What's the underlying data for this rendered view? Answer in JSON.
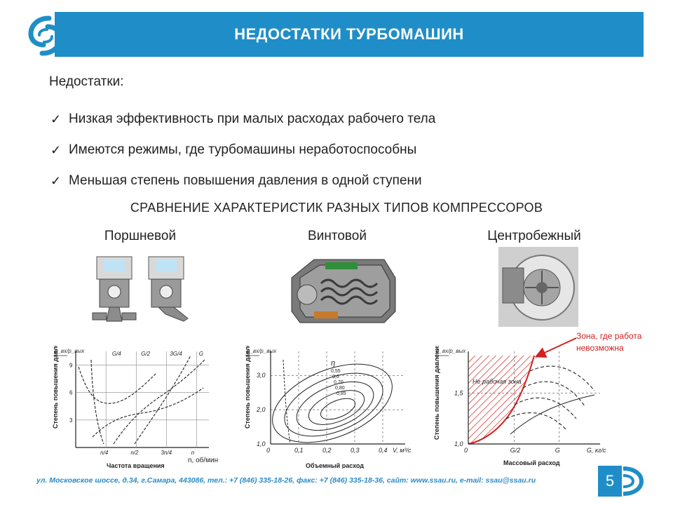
{
  "header": {
    "title": "НЕДОСТАТКИ ТУРБОМАШИН"
  },
  "content": {
    "heading": "Недостатки:",
    "bullets": [
      "Низкая эффективность при малых расходах рабочего тела",
      "Имеются режимы, где турбомашины неработоспособны",
      "Меньшая степень повышения давления в одной ступени"
    ],
    "section_title": "СРАВНЕНИЕ ХАРАКТЕРИСТИК РАЗНЫХ ТИПОВ КОМПРЕССОРОВ",
    "types": [
      "Поршневой",
      "Винтовой",
      "Центробежный"
    ]
  },
  "annotation": {
    "line1": "Зона, где работа",
    "line2": "невозможна"
  },
  "footer": {
    "text": "ул. Московское шоссе, д.34, г.Самара, 443086, тел.: +7 (846) 335-18-26, факс: +7 (846) 335-18-36, сайт: www.ssau.ru, e-mail: ssau@ssau.ru",
    "page_number": "5"
  },
  "colors": {
    "brand": "#1f8ec8",
    "annotation": "#d32020"
  },
  "chart_data": [
    {
      "type": "line",
      "xlabel": "Частота вращения",
      "xunit": "n, об/мин",
      "ylabel": "Степень повышения давления",
      "x_ticks": [
        "n/4",
        "n/2",
        "3n/4",
        "n"
      ],
      "y_ticks": [
        "3",
        "6",
        "9"
      ],
      "top_labels": [
        "G/4",
        "G/2",
        "3G/4",
        "G"
      ]
    },
    {
      "type": "line",
      "xlabel": "Объемный расход",
      "ylabel": "Степень повышения давления",
      "x_ticks": [
        "0",
        "0,1",
        "0,2",
        "0,3",
        "0,4"
      ],
      "xunit": "V, м³/с",
      "y_ticks": [
        "1,0",
        "2,0",
        "3,0"
      ],
      "efficiency_label": "η",
      "efficiency_values": [
        "0,55",
        "0,6",
        "0,70",
        "0,80",
        "0,85"
      ]
    },
    {
      "type": "line",
      "xlabel": "Массовый расход",
      "ylabel": "Степень повышения давления",
      "x_ticks": [
        "0",
        "G/2",
        "G",
        "G, кг/с"
      ],
      "y_ticks": [
        "1,0",
        "1,5"
      ],
      "zone_label": "Не рабочая зона"
    }
  ]
}
